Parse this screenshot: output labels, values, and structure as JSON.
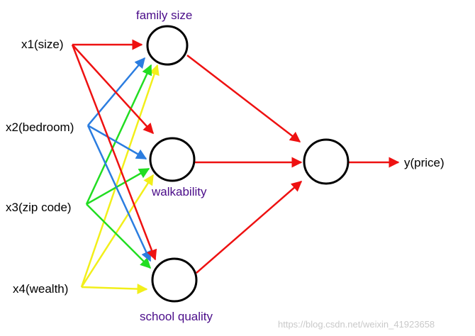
{
  "inputs": [
    {
      "label": "x1(size)"
    },
    {
      "label": "x2(bedroom)"
    },
    {
      "label": "x3(zip code)"
    },
    {
      "label": "x4(wealth)"
    }
  ],
  "hidden_nodes": [
    {
      "label": "family size"
    },
    {
      "label": "walkability"
    },
    {
      "label": "school quality"
    }
  ],
  "output": {
    "label": "y(price)"
  },
  "watermark": "https://blog.csdn.net/weixin_41923658",
  "colors": {
    "x1": "#ee1111",
    "x2": "#2b7de0",
    "x3": "#22dd22",
    "x4": "#f2ef1a",
    "hidden_to_output": "#ee1111",
    "hidden_label": "#4b0d8a"
  },
  "connections": [
    {
      "from": "x1(size)",
      "to": "family size"
    },
    {
      "from": "x1(size)",
      "to": "walkability"
    },
    {
      "from": "x1(size)",
      "to": "school quality"
    },
    {
      "from": "x2(bedroom)",
      "to": "family size"
    },
    {
      "from": "x2(bedroom)",
      "to": "walkability"
    },
    {
      "from": "x2(bedroom)",
      "to": "school quality"
    },
    {
      "from": "x3(zip code)",
      "to": "family size"
    },
    {
      "from": "x3(zip code)",
      "to": "walkability"
    },
    {
      "from": "x3(zip code)",
      "to": "school quality"
    },
    {
      "from": "x4(wealth)",
      "to": "family size"
    },
    {
      "from": "x4(wealth)",
      "to": "walkability"
    },
    {
      "from": "x4(wealth)",
      "to": "school quality"
    },
    {
      "from": "family size",
      "to": "output"
    },
    {
      "from": "walkability",
      "to": "output"
    },
    {
      "from": "school quality",
      "to": "output"
    },
    {
      "from": "output",
      "to": "y(price)"
    }
  ]
}
